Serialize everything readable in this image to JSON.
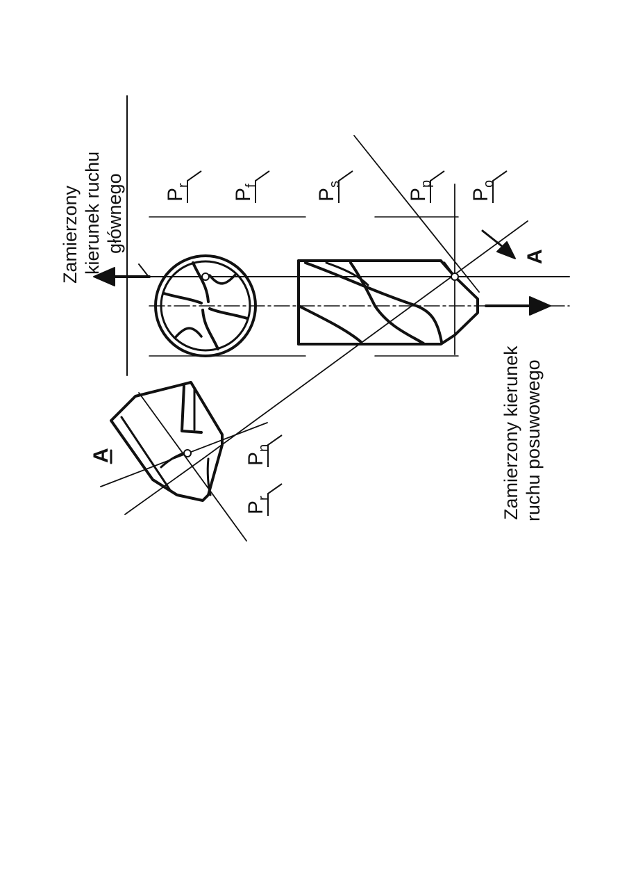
{
  "labels": {
    "main_motion_line1": "Zamierzony",
    "main_motion_line2": "kierunek ruchu",
    "main_motion_line3": "głównego",
    "feed_motion_line1": "Zamierzony kierunek",
    "feed_motion_line2": "ruchu posuwowego",
    "section_mark": "A",
    "view_arrow": "A"
  },
  "planes": [
    {
      "symbol": "P",
      "sub": "r"
    },
    {
      "symbol": "P",
      "sub": "f"
    },
    {
      "symbol": "P",
      "sub": "s"
    },
    {
      "symbol": "P",
      "sub": "p"
    },
    {
      "symbol": "P",
      "sub": "o"
    }
  ],
  "section_planes": [
    {
      "symbol": "P",
      "sub": "n"
    },
    {
      "symbol": "P",
      "sub": "r"
    }
  ],
  "colors": {
    "ink": "#111111",
    "background": "#ffffff"
  }
}
